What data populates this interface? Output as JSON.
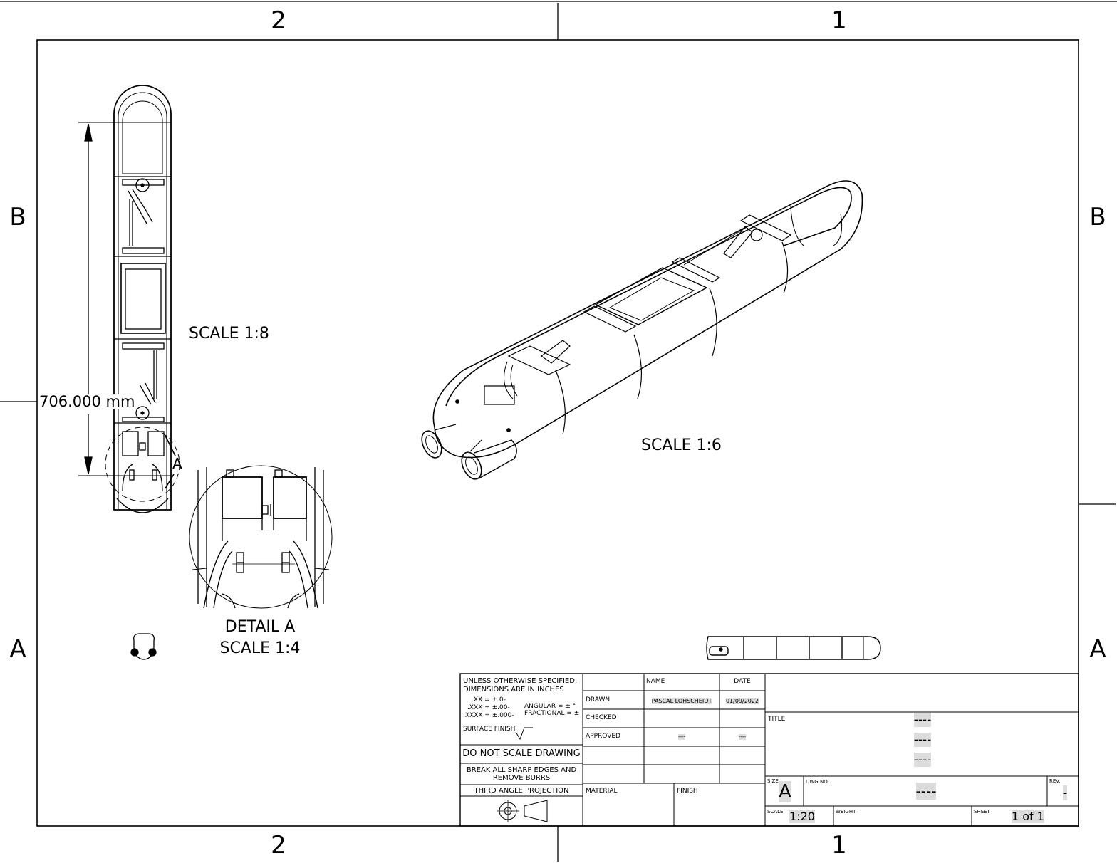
{
  "zones": {
    "top": [
      "2",
      "1"
    ],
    "bottom": [
      "2",
      "1"
    ],
    "left": [
      "B",
      "A"
    ],
    "right": [
      "B",
      "A"
    ]
  },
  "views": {
    "front_scale": "SCALE 1:8",
    "iso_scale": "SCALE 1:6",
    "detail_title": "DETAIL A",
    "detail_scale": "SCALE 1:4",
    "detail_callout": "A",
    "dimension": "706.000 mm"
  },
  "title_block": {
    "tolerance": {
      "line1": "UNLESS OTHERWISE SPECIFIED,",
      "line2": "DIMENSIONS ARE IN INCHES",
      "xx": ".XX = ±.0-",
      "xxx": ".XXX = ±.00-",
      "xxxx": ".XXXX = ±.000-",
      "angular": "ANGULAR = ± °",
      "fractional": "FRACTIONAL = ±",
      "surface_finish": "SURFACE FINISH"
    },
    "do_not_scale": "DO NOT SCALE DRAWING",
    "break_edges_1": "BREAK ALL SHARP EDGES AND",
    "break_edges_2": "REMOVE BURRS",
    "projection": "THIRD ANGLE PROJECTION",
    "headers": {
      "name": "NAME",
      "date": "DATE"
    },
    "rows": {
      "drawn": "DRAWN",
      "checked": "CHECKED",
      "approved": "APPROVED"
    },
    "drawn_name": "PASCAL LOHSCHEIDT",
    "drawn_date": "01/09/2022",
    "approved_name": "----",
    "approved_date": "----",
    "material": "MATERIAL",
    "finish": "FINISH",
    "title_label": "TITLE",
    "title_lines": [
      "----",
      "----",
      "----"
    ],
    "size_label": "SIZE",
    "size_value": "A",
    "dwg_no_label": "DWG NO.",
    "dwg_no_value": "----",
    "rev_label": "REV.",
    "rev_value": "-",
    "scale_label": "SCALE",
    "scale_value": "1:20",
    "weight_label": "WEIGHT",
    "sheet_label": "SHEET",
    "sheet_value": "1 of 1"
  }
}
